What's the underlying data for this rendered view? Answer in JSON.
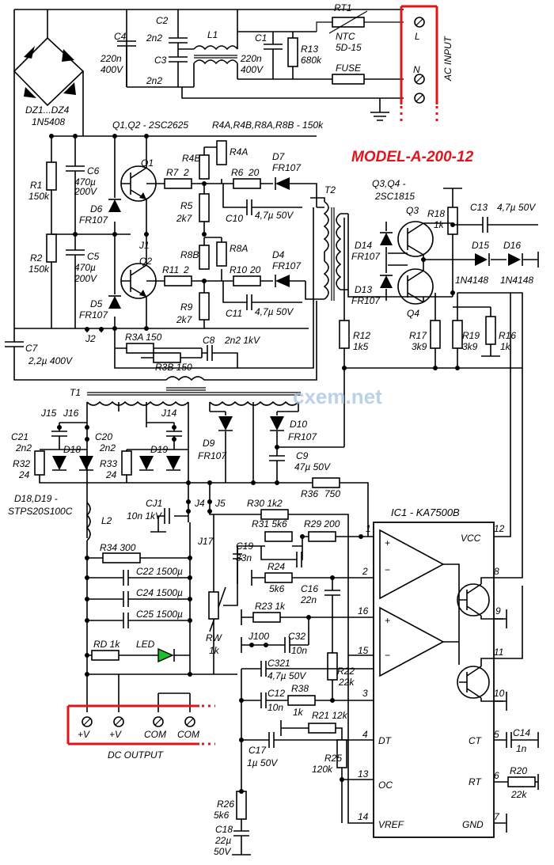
{
  "title": "MODEL-A-200-12",
  "watermark": "cxem.net",
  "labels": {
    "ac_input": "AC INPUT",
    "dc_output": "DC OUTPUT",
    "term_L": "L",
    "term_N": "N",
    "bridge_ref": "DZ1...DZ4",
    "bridge_part": "1N5408",
    "c4": "C4",
    "c4_v": "220n",
    "c4_v2": "400V",
    "c2": "C2",
    "c2_v": "2n2",
    "c3": "C3",
    "c3_v": "2n2",
    "l1": "L1",
    "c1": "C1",
    "c1_v": "220n",
    "c1_v2": "400V",
    "r13": "R13",
    "r13_v": "680k",
    "rt1": "RT1",
    "rt1_t": "NTC",
    "rt1_v": "5D-15",
    "fuse": "FUSE",
    "q12": "Q1,Q2 - 2SC2625",
    "r4ab": "R4A,R4B,R8A,R8B - 150k",
    "r4b": "R4B",
    "r4a": "R4A",
    "q1": "Q1",
    "d7": "D7",
    "d7_v": "FR107",
    "r7": "R7",
    "r7_v": "2",
    "r6": "R6",
    "r6_v": "20",
    "r1": "R1",
    "r1_v": "150k",
    "c6": "C6",
    "c6_v": "470µ",
    "c6_v2": "200V",
    "d6": "D6",
    "d6_v": "FR107",
    "r5": "R5",
    "r5_v": "2k7",
    "c10": "C10",
    "c10_v": "4,7µ 50V",
    "t2": "T2",
    "j1": "J1",
    "q2": "Q2",
    "r8b": "R8B",
    "r8a": "R8A",
    "d4": "D4",
    "d4_v": "FR107",
    "r11": "R11",
    "r11_v": "2",
    "r10": "R10",
    "r10_v": "20",
    "r2": "R2",
    "r2_v": "150k",
    "c5": "C5",
    "c5_v": "470µ",
    "c5_v2": "200V",
    "d5": "D5",
    "d5_v": "FR107",
    "r9": "R9",
    "r9_v": "2k7",
    "c11": "C11",
    "c11_v": "4,7µ 50V",
    "j2": "J2",
    "r3a": "R3A 150",
    "c8": "C8",
    "c8_v": "2n2 1kV",
    "r3b": "R3B 150",
    "c7": "C7",
    "c7_v": "2,2µ 400V",
    "q34": "Q3,Q4 -",
    "q34_v": "2SC1815",
    "q3": "Q3",
    "q4": "Q4",
    "r18": "R18",
    "r18_v": "1k",
    "c13": "C13",
    "c13_v": "4,7µ 50V",
    "d14": "D14",
    "d14_v": "FR107",
    "d13": "D13",
    "d13_v": "FR107",
    "d15": "D15",
    "d16": "D16",
    "d15_v": "1N4148",
    "d16_v": "1N4148",
    "r12": "R12",
    "r12_v": "1k5",
    "r17": "R17",
    "r17_v": "3k9",
    "r19": "R19",
    "r19_v": "3k9",
    "r16": "R16",
    "r16_v": "1k",
    "t1": "T1",
    "j15": "J15",
    "j16": "J16",
    "j14": "J14",
    "c21": "C21",
    "c21_v": "2n2",
    "c20": "C20",
    "c20_v": "2n2",
    "d18": "D18",
    "d19": "D19",
    "r32": "R32",
    "r32_v": "24",
    "r33": "R33",
    "r33_v": "24",
    "d9": "D9",
    "d9_v": "FR107",
    "d10": "D10",
    "d10_v": "FR107",
    "c9": "C9",
    "c9_v": "47µ 50V",
    "r36": "R36",
    "r36_v": "750",
    "d1819": "D18,D19 -",
    "d1819_v": "STPS20S100C",
    "l2": "L2",
    "cj1": "CJ1",
    "cj1_v": "10n 1kV",
    "j4": "J4",
    "j5": "J5",
    "r30": "R30 1k2",
    "ic1": "IC1 - KA7500B",
    "r31": "R31 5k6",
    "r29": "R29 200",
    "j17": "J17",
    "c19": "C19",
    "c19_v": "33n",
    "r34": "R34 300",
    "r24": "R24",
    "r24_v": "5k6",
    "c22": "C22 1500µ",
    "c24": "C24 1500µ",
    "c25": "C25 1500µ",
    "c16": "C16",
    "c16_v": "22n",
    "r23": "R23 1k",
    "j100": "J100",
    "c32": "C32",
    "c32_v": "10n",
    "rw": "RW",
    "rw_v": "1k",
    "rd": "RD 1k",
    "led": "LED",
    "c321": "C321",
    "c321_v": "4,7µ 50V",
    "r22": "R22",
    "r22_v": "22k",
    "c12": "C12",
    "c12_v": "10n",
    "r38": "R38",
    "r38_v": "1k",
    "r21": "R21 12k",
    "c17": "C17",
    "c17_v": "1µ 50V",
    "r25": "R25",
    "r25_v": "120k",
    "r26": "R26",
    "r26_v": "5k6",
    "c18": "C18",
    "c18_v": "22µ",
    "c18_v2": "50V",
    "c14": "C14",
    "c14_v": "1n",
    "r20": "R20",
    "r20_v": "22k",
    "out_v1": "+V",
    "out_v2": "+V",
    "out_com1": "COM",
    "out_com2": "COM"
  },
  "ic_pins": {
    "p1": "1",
    "p2": "2",
    "p16": "16",
    "p15": "15",
    "p3": "3",
    "p4": "4",
    "p13": "13",
    "p14": "14",
    "p12": "12",
    "p8": "8",
    "p9": "9",
    "p11": "11",
    "p10": "10",
    "p5": "5",
    "p6": "6",
    "p7": "7",
    "vcc": "VCC",
    "dt": "DT",
    "oc": "OC",
    "vref": "VREF",
    "ct": "CT",
    "rt": "RT",
    "gnd": "GND",
    "plus1": "+",
    "minus1": "−",
    "plus2": "+",
    "minus2": "−"
  }
}
